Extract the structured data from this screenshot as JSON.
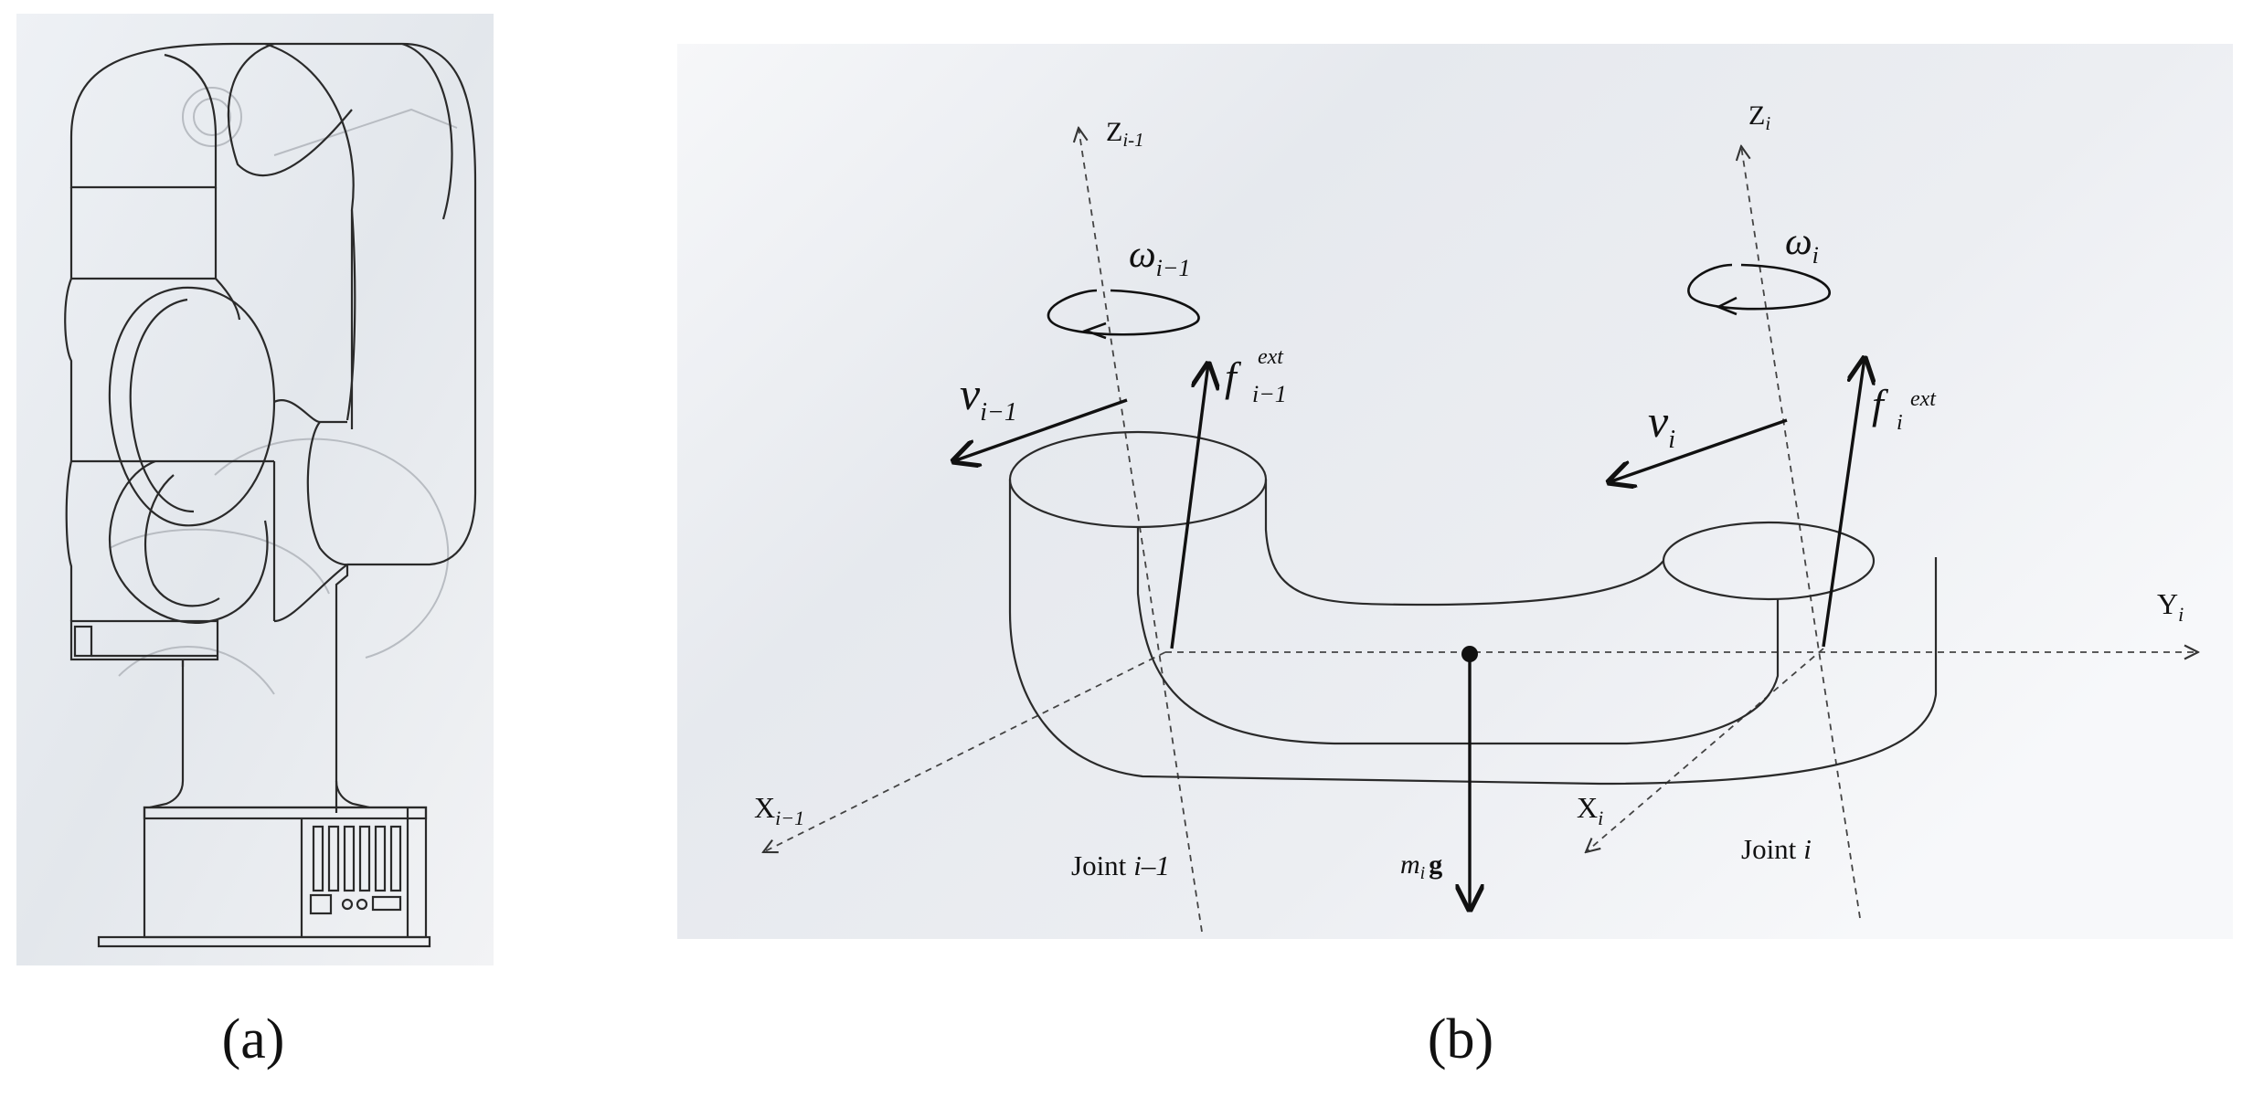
{
  "panel_a": {
    "caption": "(a)"
  },
  "panel_b": {
    "caption": "(b)",
    "axes": {
      "z_prev": {
        "base": "Z",
        "sub": "i-1"
      },
      "z_i": {
        "base": "Z",
        "sub": "i"
      },
      "y_i": {
        "base": "Y",
        "sub": "i"
      },
      "x_prev": {
        "base": "X",
        "sub": "i−1"
      },
      "x_i": {
        "base": "X",
        "sub": "i"
      }
    },
    "vectors": {
      "omega_prev": {
        "base": "ω",
        "sub": "i−1"
      },
      "omega_i": {
        "base": "ω",
        "sub": "i"
      },
      "v_prev": {
        "base": "v",
        "sub": "i−1"
      },
      "v_i": {
        "base": "v",
        "sub": "i"
      },
      "f_prev": {
        "base": "f",
        "sub": "i−1",
        "sup": "ext"
      },
      "f_i": {
        "base": "f",
        "sub": "i",
        "sup": "ext"
      },
      "gravity": {
        "mass": "m",
        "mass_sub": "i",
        "g": "g"
      }
    },
    "joints": {
      "joint_prev": {
        "word": "Joint",
        "index": "i–1"
      },
      "joint_i": {
        "word": "Joint",
        "index": "i"
      }
    }
  }
}
